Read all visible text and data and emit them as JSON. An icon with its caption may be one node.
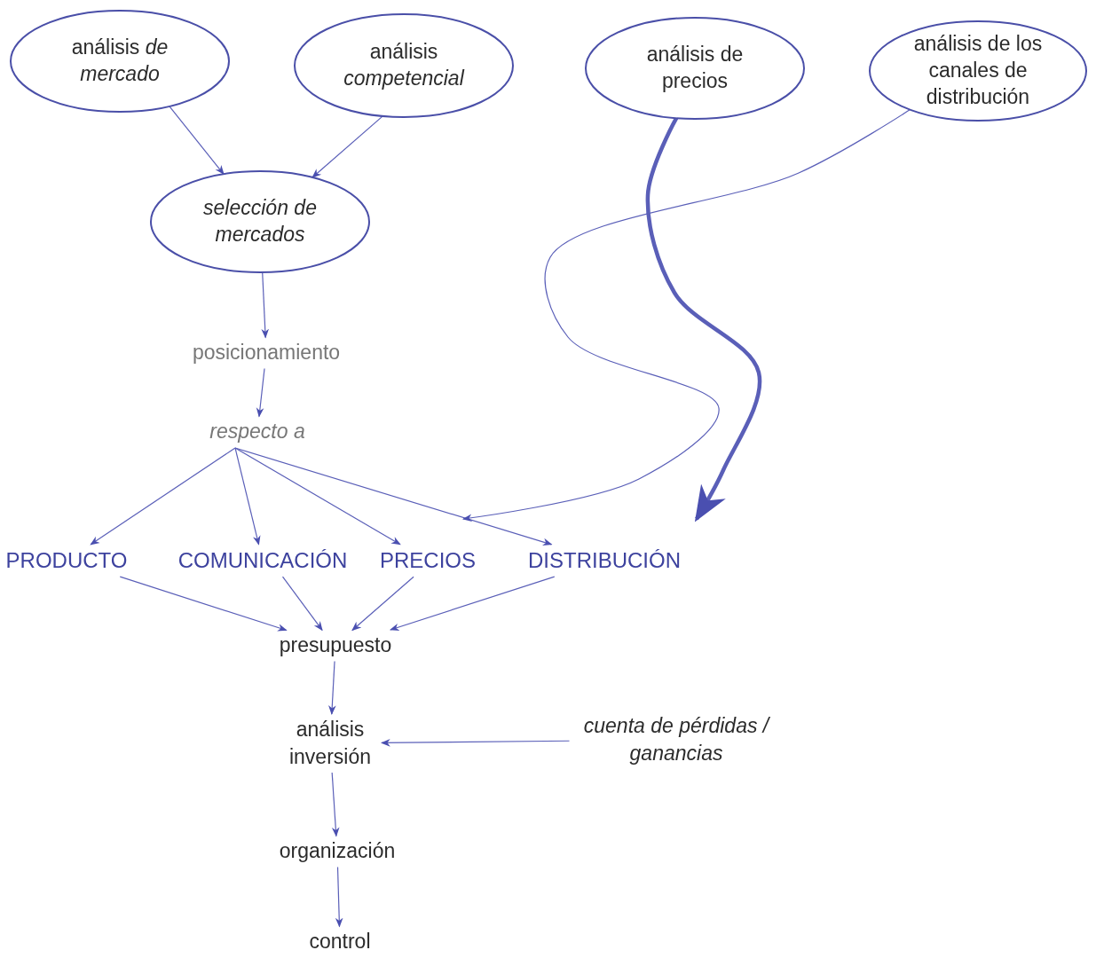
{
  "diagram": {
    "nodes": [
      {
        "text": [
          "análisis *de mercado*"
        ]
      },
      {
        "text": [
          "análisis *competencial*"
        ]
      },
      {
        "text": [
          "análisis de precios"
        ]
      },
      {
        "text": [
          "análisis de los canales de distribución"
        ]
      },
      {
        "text": [
          "selección de mercados"
        ]
      },
      {
        "text": [
          "posicionamiento"
        ]
      },
      {
        "text": [
          "respecto a"
        ]
      },
      {
        "text": [
          "PRODUCTO"
        ]
      },
      {
        "text": [
          "COMUNICACIÓN"
        ]
      },
      {
        "text": [
          "PRECIOS"
        ]
      },
      {
        "text": [
          "DISTRIBUCIÓN"
        ]
      },
      {
        "text": [
          "presupuesto"
        ]
      },
      {
        "text": [
          "análisis inversión"
        ]
      },
      {
        "text": [
          "organización"
        ]
      },
      {
        "text": [
          "control"
        ]
      },
      {
        "text": [
          "cuenta de pérdidas / ganancias"
        ]
      }
    ],
    "edges": [
      {
        "from": 0,
        "to": 4,
        "arrow": "to"
      },
      {
        "from": 1,
        "to": 4,
        "arrow": "to"
      },
      {
        "from": 4,
        "to": 5,
        "arrow": "to"
      },
      {
        "from": 5,
        "to": 6,
        "arrow": "to"
      },
      {
        "from": 6,
        "to": 7,
        "arrow": "to"
      },
      {
        "from": 6,
        "to": 8,
        "arrow": "to"
      },
      {
        "from": 6,
        "to": 9,
        "arrow": "to"
      },
      {
        "from": 6,
        "to": 10,
        "arrow": "to"
      },
      {
        "from": 2,
        "to": 10,
        "arrow": "to",
        "style": "thick"
      },
      {
        "from": 3,
        "to": 9,
        "arrow": "to"
      },
      {
        "from": 7,
        "to": 11,
        "arrow": "to"
      },
      {
        "from": 8,
        "to": 11,
        "arrow": "to"
      },
      {
        "from": 9,
        "to": 11,
        "arrow": "to"
      },
      {
        "from": 10,
        "to": 11,
        "arrow": "to"
      },
      {
        "from": 11,
        "to": 12,
        "arrow": "to"
      },
      {
        "from": 12,
        "to": 13,
        "arrow": "to"
      },
      {
        "from": 13,
        "to": 14,
        "arrow": "to"
      },
      {
        "from": 15,
        "to": 12,
        "arrow": "to"
      }
    ]
  }
}
